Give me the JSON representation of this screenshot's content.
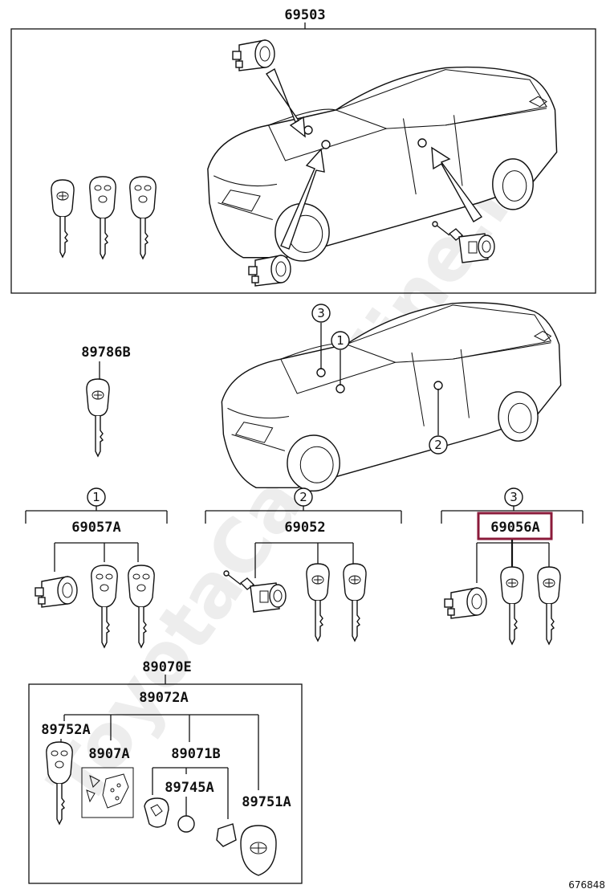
{
  "watermark": "ToyotaCarOnline.ru",
  "parts": {
    "top_assembly": "69503",
    "loose_key": "89786B",
    "set_1_label": "69057A",
    "set_2_label": "69052",
    "set_3_label": "69056A",
    "transmitter_assy": "89070E",
    "transmitter_sub": "89072A",
    "key_housing": "89752A",
    "board": "8907A",
    "cover": "89071B",
    "battery": "89745A",
    "case": "89751A"
  },
  "callouts": {
    "c1": "1",
    "c2": "2",
    "c3": "3"
  },
  "diagram_id": "676848",
  "highlight_color": "#8b1a3a"
}
